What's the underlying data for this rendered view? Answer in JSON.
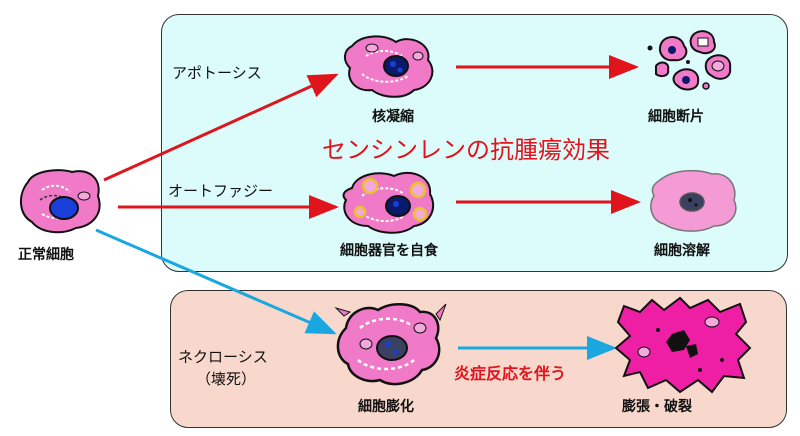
{
  "labels": {
    "normal_cell": "正常細胞",
    "apoptosis": "アポトーシス",
    "autophagy": "オートファジー",
    "necrosis_line1": "ネクローシス",
    "necrosis_line2": "（壊死）",
    "nuclear_condensation": "核凝縮",
    "cell_fragments": "細胞断片",
    "self_digestion": "細胞器官を自食",
    "cell_lysis": "細胞溶解",
    "cell_swelling": "細胞膨化",
    "swelling_rupture": "膨張・破裂",
    "inflammation": "炎症反応を伴う",
    "effect_title": "センシンレンの抗腫瘍効果"
  },
  "colors": {
    "red_arrow": "#e0141c",
    "blue_arrow": "#1aa7e0",
    "cell_pink": "#f07ac8",
    "nucleus_blue": "#1a3fd8",
    "top_panel": "#dcfbfb",
    "bottom_panel": "#f8d8cc"
  }
}
